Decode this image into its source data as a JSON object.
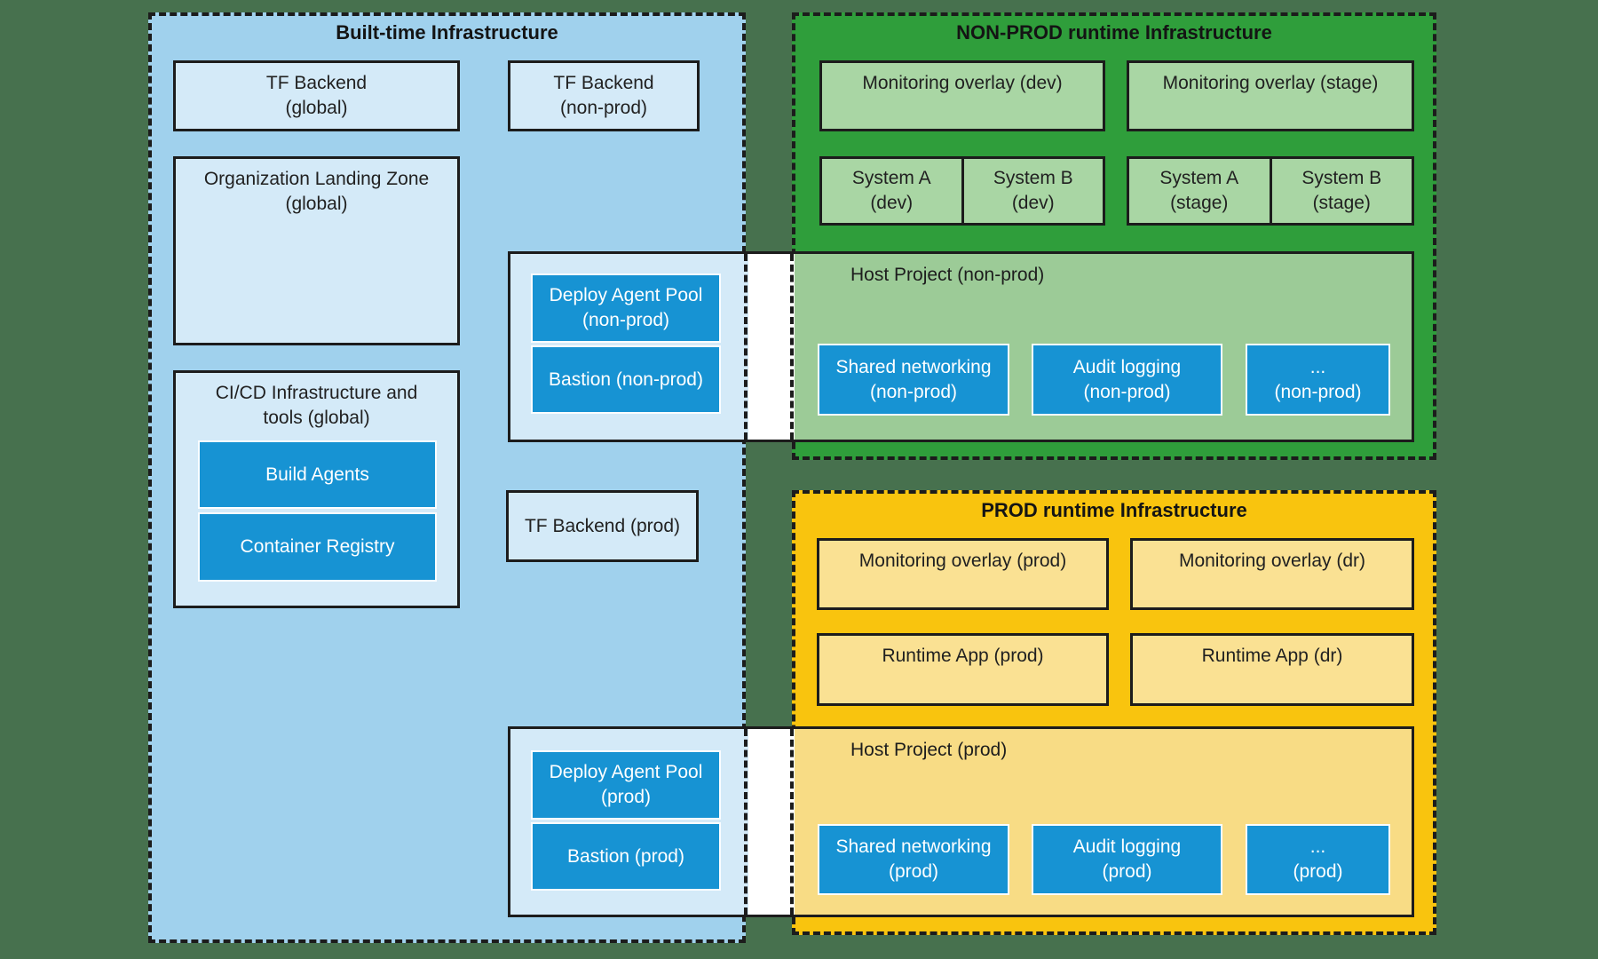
{
  "colors": {
    "page_bg": "#47714E",
    "border": "#1C1C1C",
    "text_dark": "#212121",
    "text_light": "#FFFFFF",
    "blue_container": "#A0D1ED",
    "blue_box": "#D4EAF8",
    "blue_button": "#1793D3",
    "green_container": "#2F9E3B",
    "green_box": "#A9D6A4",
    "green_host": "#9CCB97",
    "yellow_container": "#F9C40E",
    "yellow_box": "#FAE193",
    "yellow_host": "#F8DC85"
  },
  "built_time": {
    "title": "Built-time Infrastructure",
    "tf_global": "TF Backend\n(global)",
    "tf_nonprod": "TF Backend\n(non-prod)",
    "org_landing": "Organization Landing Zone\n(global)",
    "cicd_title": "CI/CD Infrastructure and\ntools (global)",
    "build_agents": "Build Agents",
    "container_registry": "Container Registry",
    "tf_prod": "TF Backend (prod)"
  },
  "nonprod": {
    "title": "NON-PROD runtime Infrastructure",
    "mon_dev": "Monitoring overlay (dev)",
    "mon_stage": "Monitoring overlay (stage)",
    "sys_a_dev": "System A\n(dev)",
    "sys_b_dev": "System B\n(dev)",
    "sys_a_stage": "System A\n(stage)",
    "sys_b_stage": "System B\n(stage)",
    "host_title": "Host Project (non-prod)",
    "deploy_pool": "Deploy Agent Pool\n(non-prod)",
    "bastion": "Bastion (non-prod)",
    "shared_networking": "Shared networking\n(non-prod)",
    "audit_logging": "Audit logging\n(non-prod)",
    "more": "...\n(non-prod)"
  },
  "prod": {
    "title": "PROD runtime Infrastructure",
    "mon_prod": "Monitoring overlay (prod)",
    "mon_dr": "Monitoring overlay (dr)",
    "runtime_prod": "Runtime App (prod)",
    "runtime_dr": "Runtime App (dr)",
    "host_title": "Host Project (prod)",
    "deploy_pool": "Deploy Agent Pool\n(prod)",
    "bastion": "Bastion (prod)",
    "shared_networking": "Shared networking\n(prod)",
    "audit_logging": "Audit logging\n(prod)",
    "more": "...\n(prod)"
  }
}
